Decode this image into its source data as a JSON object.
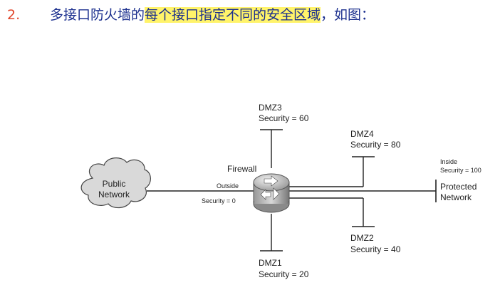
{
  "heading": {
    "number": "2.",
    "prefix": "多接口防火墙的",
    "highlight": "每个接口指定不同的安全区域",
    "suffix": "，如图："
  },
  "diagram": {
    "cloud_line1": "Public",
    "cloud_line2": "Network",
    "firewall": "Firewall",
    "outside": "Outside",
    "outside_security": "Security = 0",
    "dmz3": "DMZ3",
    "dmz3_security": "Security = 60",
    "dmz4": "DMZ4",
    "dmz4_security": "Security = 80",
    "inside": "Inside",
    "inside_security": "Security = 100",
    "protected_line1": "Protected",
    "protected_line2": "Network",
    "dmz2": "DMZ2",
    "dmz2_security": "Security = 40",
    "dmz1": "DMZ1",
    "dmz1_security": "Security = 20"
  },
  "colors": {
    "heading_text": "#1b2f8e",
    "number_text": "#e0452a",
    "highlight": "#fff36a"
  }
}
